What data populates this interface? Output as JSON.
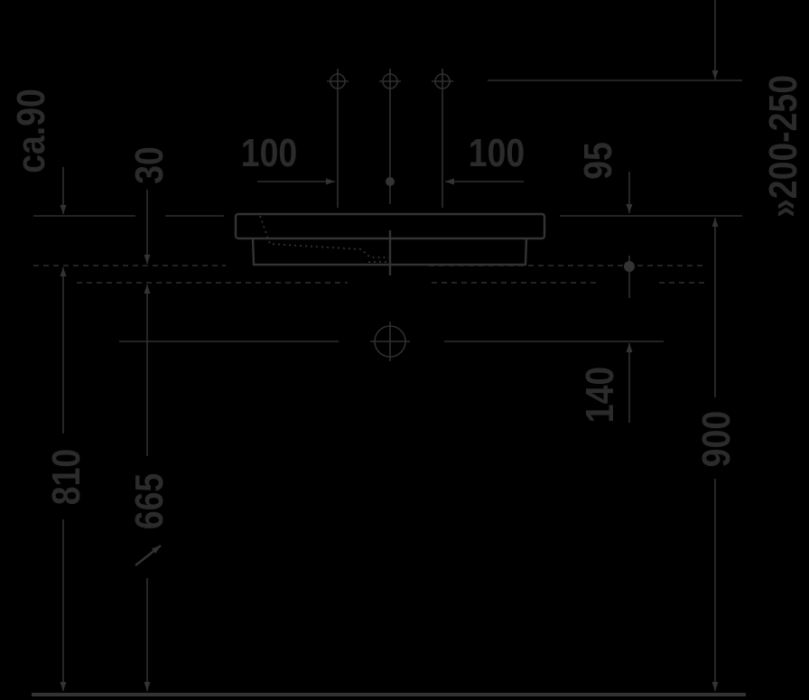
{
  "drawing": {
    "colors": {
      "background": "#000000",
      "line": "#2f2f2f",
      "text": "#2b2b2b"
    },
    "dimensions": {
      "tap_spacing_left": "100",
      "tap_spacing_right": "100",
      "depth_95": "95",
      "rim_30": "30",
      "ca90": "ca.90",
      "wall_range": "»200-250",
      "drain_140": "140",
      "height_900": "900",
      "height_810": "810",
      "height_665": "665"
    }
  }
}
